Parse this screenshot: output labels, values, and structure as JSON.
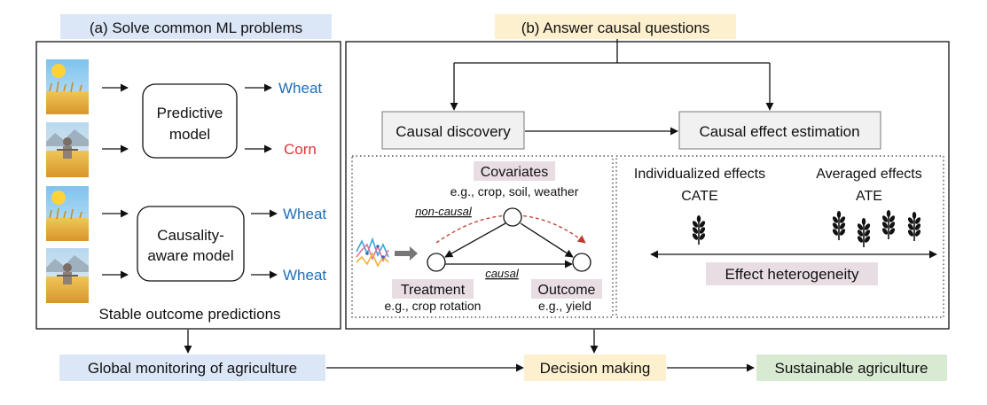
{
  "panel_a": {
    "header": "(a) Solve common ML problems",
    "model_top_line1": "Predictive",
    "model_top_line2": "model",
    "model_bottom_line1": "Causality-",
    "model_bottom_line2": "aware model",
    "output_1": "Wheat",
    "output_2": "Corn",
    "output_3": "Wheat",
    "output_4": "Wheat",
    "caption": "Stable outcome predictions"
  },
  "panel_b": {
    "header": "(b) Answer causal questions",
    "causal_discovery": "Causal discovery",
    "causal_effect_estimation": "Causal effect estimation",
    "covariates": "Covariates",
    "covariates_eg": "e.g., crop, soil, weather",
    "non_causal": "non-causal",
    "causal": "causal",
    "treatment": "Treatment",
    "treatment_eg": "e.g., crop rotation",
    "outcome": "Outcome",
    "outcome_eg": "e.g., yield",
    "individualized_effects": "Individualized effects",
    "cate": "CATE",
    "averaged_effects": "Averaged effects",
    "ate": "ATE",
    "effect_heterogeneity": "Effect heterogeneity"
  },
  "bottom": {
    "global_monitoring": "Global monitoring of agriculture",
    "decision_making": "Decision making",
    "sustainable_agriculture": "Sustainable agriculture"
  },
  "colors": {
    "wheat_blue": "#1f6fb8",
    "corn_red": "#d9383a",
    "blue_highlight": "#dbe7f7",
    "yellow_highlight": "#fdf0cf",
    "green_highlight": "#d9ead3",
    "mauve_highlight": "#e8dde3",
    "gray_box": "#f1f1f1",
    "noncausal_red": "#c0392b"
  }
}
